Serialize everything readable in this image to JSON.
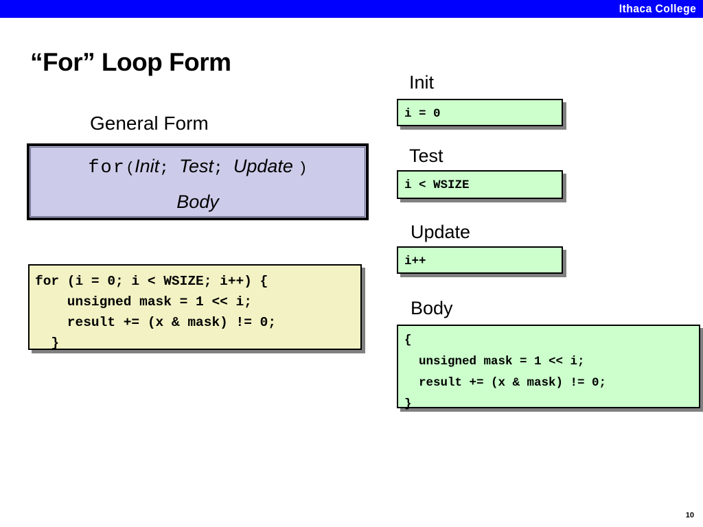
{
  "header": {
    "brand": "Ithaca College",
    "bar_color": "#0000FF"
  },
  "slide": {
    "title": "“For” Loop Form",
    "page_number": "10"
  },
  "general_form": {
    "caption": "General Form",
    "keyword": "for",
    "open_paren": "(",
    "close_paren": ")",
    "init_slot": "Init",
    "test_slot": "Test",
    "update_slot": "Update",
    "body_slot": "Body",
    "separator": ";",
    "background_color": "#CCCCEA"
  },
  "example_code": {
    "background_color": "#F2F2C4",
    "lines": [
      "for (i = 0; i < WSIZE; i++) {",
      "    unsigned mask = 1 << i;",
      "    result += (x & mask) != 0;",
      "  }"
    ],
    "text": "for (i = 0; i < WSIZE; i++) {\n    unsigned mask = 1 << i;\n    result += (x & mask) != 0;\n  }"
  },
  "parts": {
    "box_color": "#CCFFCC",
    "shadow_color": "#808080",
    "init": {
      "label": "Init",
      "code": "i = 0"
    },
    "test": {
      "label": "Test",
      "code": "i < WSIZE"
    },
    "update": {
      "label": "Update",
      "code": "i++"
    },
    "body": {
      "label": "Body",
      "lines": [
        "{",
        "  unsigned mask = 1 << i;",
        "  result += (x & mask) != 0;",
        "}"
      ],
      "code": "{\n  unsigned mask = 1 << i;\n  result += (x & mask) != 0;\n}"
    }
  }
}
